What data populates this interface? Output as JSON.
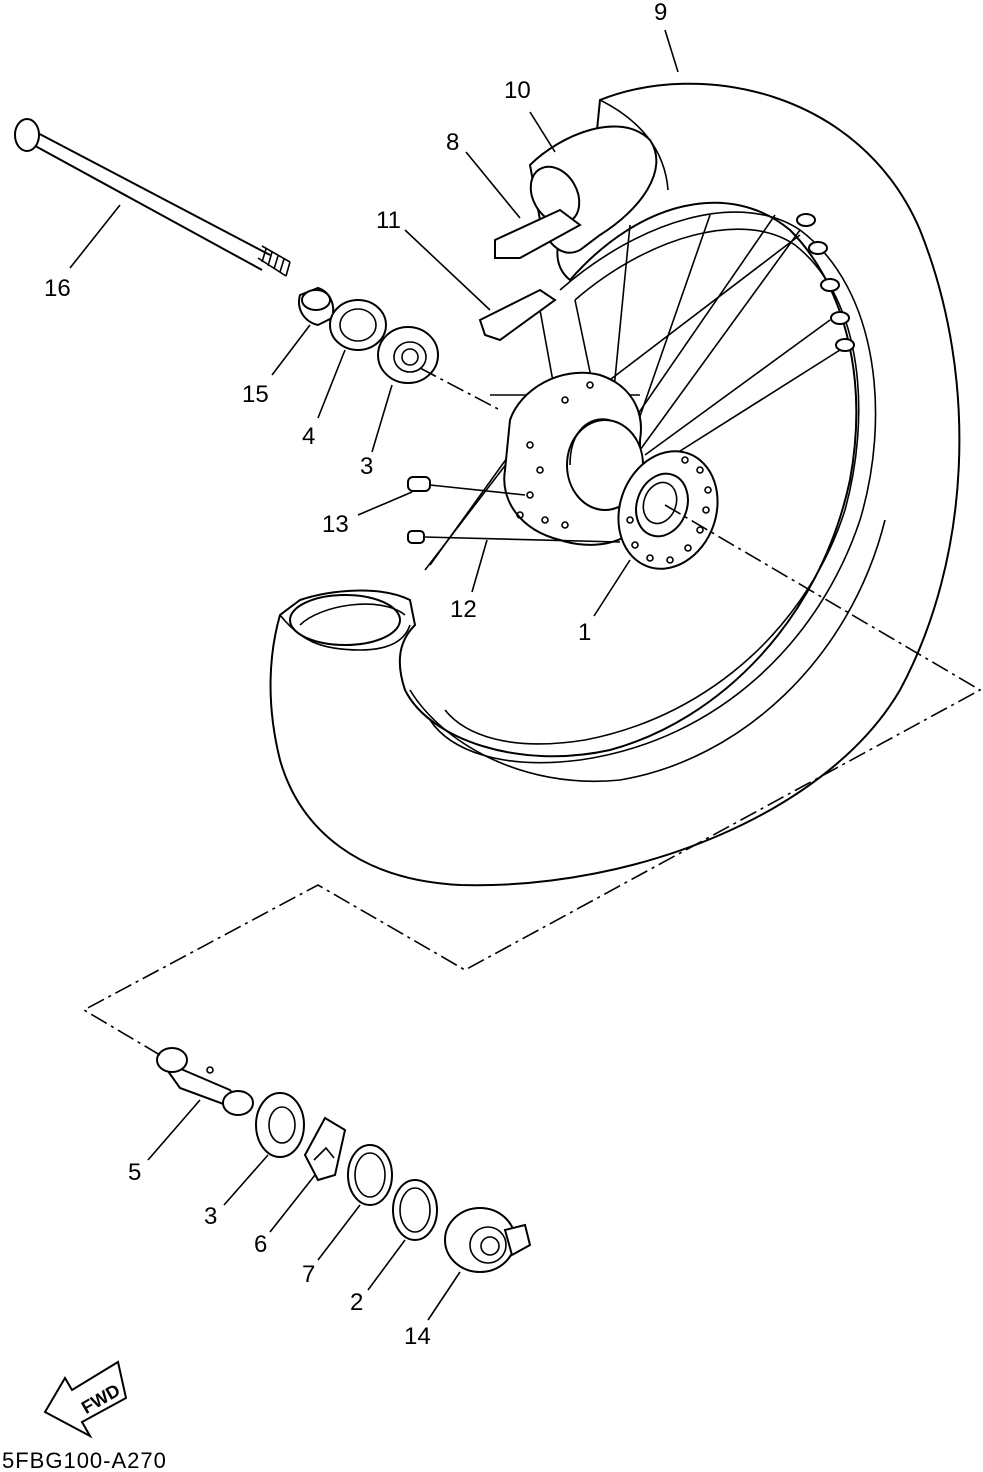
{
  "callouts": [
    {
      "id": "c9",
      "text": "9"
    },
    {
      "id": "c10",
      "text": "10"
    },
    {
      "id": "c8",
      "text": "8"
    },
    {
      "id": "c11",
      "text": "11"
    },
    {
      "id": "c16",
      "text": "16"
    },
    {
      "id": "c15",
      "text": "15"
    },
    {
      "id": "c4",
      "text": "4"
    },
    {
      "id": "c3a",
      "text": "3"
    },
    {
      "id": "c13",
      "text": "13"
    },
    {
      "id": "c12",
      "text": "12"
    },
    {
      "id": "c1",
      "text": "1"
    },
    {
      "id": "c5",
      "text": "5"
    },
    {
      "id": "c3b",
      "text": "3"
    },
    {
      "id": "c6",
      "text": "6"
    },
    {
      "id": "c7",
      "text": "7"
    },
    {
      "id": "c2",
      "text": "2"
    },
    {
      "id": "c14",
      "text": "14"
    }
  ],
  "fwd_label": "FWD",
  "diagram_code": "5FBG100-A270"
}
